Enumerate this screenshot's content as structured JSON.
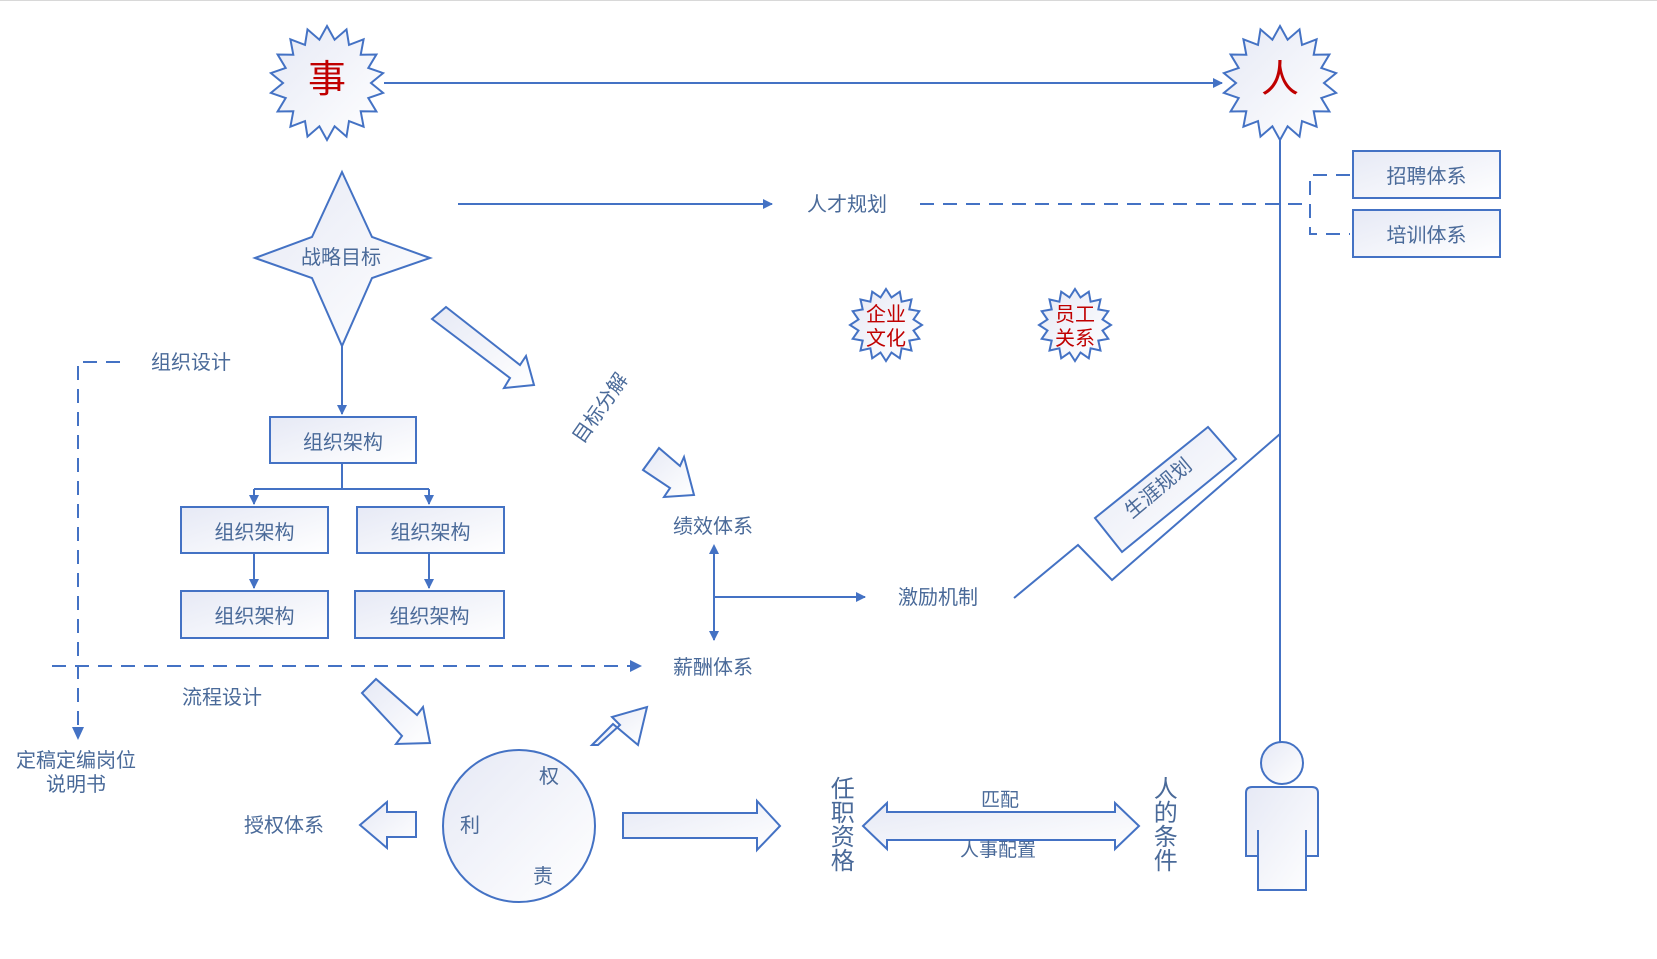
{
  "colors": {
    "stroke": "#4472c4",
    "text": "#4a6a99",
    "accent_text": "#c00000",
    "fill_light": "#eef0f8"
  },
  "nodes": {
    "shi": "事",
    "ren": "人",
    "strategy": "战略目标",
    "org_root": "组织架构",
    "org_left": "组织架构",
    "org_right": "组织架构",
    "org_left_child": "组织架构",
    "org_right_child": "组织架构",
    "talent_planning": "人才规划",
    "recruitment": "招聘体系",
    "training": "培训体系",
    "corporate_culture": [
      "企业",
      "文化"
    ],
    "employee_relations": [
      "员工",
      "关系"
    ],
    "org_design": "组织设计",
    "goal_decomposition": "目标分解",
    "performance": "绩效体系",
    "incentive": "激励机制",
    "compensation": "薪酬体系",
    "career_planning": "生涯规划",
    "process_design": "流程设计",
    "staffing_docs": [
      "定稿定编岗位",
      "说明书"
    ],
    "authorization": "授权体系",
    "circle": {
      "quan": "权",
      "li": "利",
      "ze": "责"
    },
    "qualification": "任职资格",
    "match": "匹配",
    "hr_allocation": "人事配置",
    "person_conditions": "人的条件"
  }
}
